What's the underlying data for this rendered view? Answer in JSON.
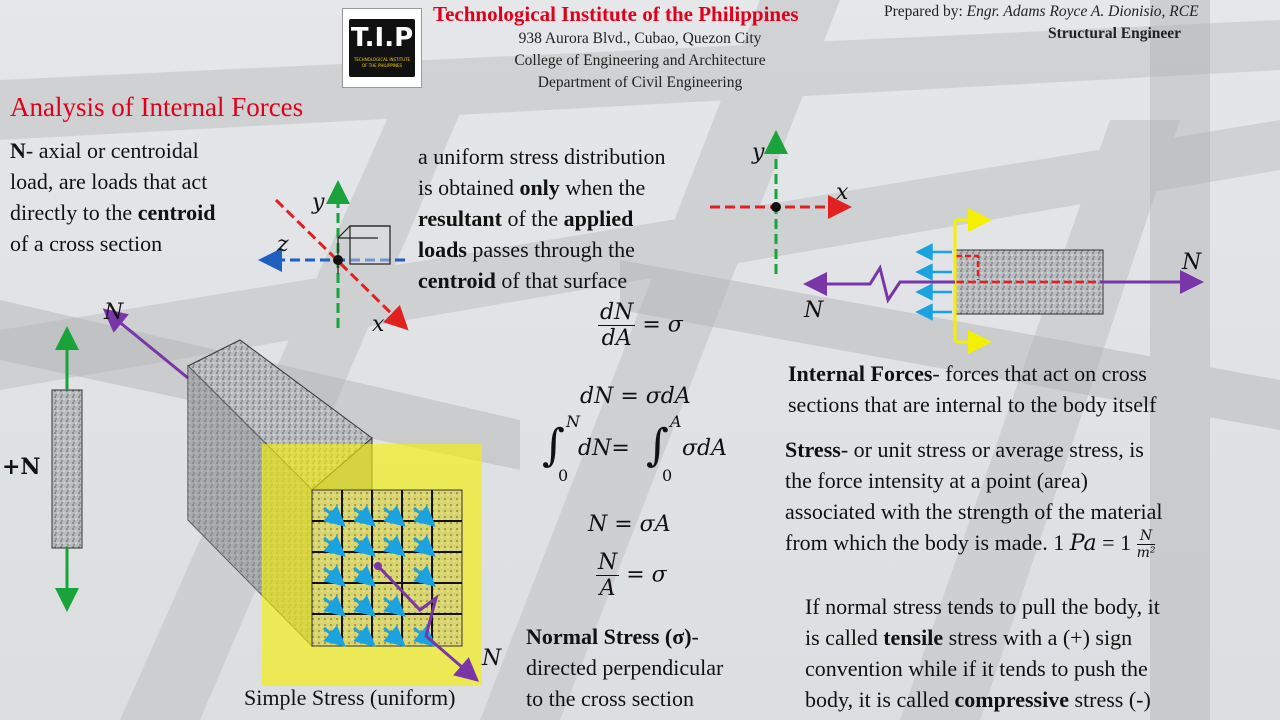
{
  "header": {
    "logo_text": "T.I.P",
    "logo_sub": "TECHNOLOGICAL INSTITUTE OF THE PHILIPPINES",
    "institute": "Technological Institute of the Philippines",
    "address": "938 Aurora Blvd., Cubao, Quezon City",
    "college": "College of Engineering and Architecture",
    "department": "Department of Civil Engineering",
    "prepared_label": "Prepared by:",
    "author": "Engr. Adams Royce A. Dionisio, RCE",
    "author_title": "Structural Engineer"
  },
  "title": "Analysis of Internal Forces",
  "n_def": {
    "term": "N",
    "l1": "- axial or centroidal",
    "l2": "load, are loads that act",
    "l3a": "directly to the ",
    "l3b": "centroid",
    "l4": "of a cross section"
  },
  "uniform": {
    "l1": "a uniform stress distribution",
    "l2a": "is obtained ",
    "l2b": "only",
    "l2c": " when the",
    "l3a": "resultant",
    "l3b": " of the ",
    "l3c": "applied",
    "l4a": "loads",
    "l4b": " passes through the",
    "l5a": "centroid",
    "l5b": " of that surface"
  },
  "axes": {
    "y": "y",
    "z": "z",
    "x": "x"
  },
  "equations": {
    "dN": "dN",
    "dA": "dA",
    "eq_sigma": "= σ",
    "eq2": "dN = σdA",
    "int_upper_n": "N",
    "int_upper_a": "A",
    "int_lower": "0",
    "int_left": "dN=",
    "int_right": "σdA",
    "eq4": "N = σA",
    "N": "N",
    "A": "A",
    "eq5_rhs": "= σ"
  },
  "internal": {
    "term": "Internal Forces",
    "l1": "- forces that act on cross",
    "l2": "sections that are internal to the body itself"
  },
  "stress": {
    "term": "Stress",
    "l1": "- or unit stress or average stress, is",
    "l2": "the force intensity at a point (area)",
    "l3": "associated with the strength of the material",
    "l4": "from which the body is made. 1",
    "pa": "Pa",
    "eq": "= 1",
    "unit_num": "N",
    "unit_den": "m²"
  },
  "normal": {
    "l1": "If normal stress tends to pull the body, it",
    "l2a": "is called ",
    "l2b": "tensile",
    "l2c": " stress with a (+) sign",
    "l3": "convention while if it tends to push the",
    "l4a": "body, it is called ",
    "l4b": "compressive",
    "l4c": " stress (-)"
  },
  "normal_stress": {
    "term": "Normal Stress (σ)",
    "l1": "-",
    "l2": "directed perpendicular",
    "l3": "to the cross section"
  },
  "labels": {
    "N_label": "N",
    "plus_n": "+N",
    "caption": "Simple Stress (uniform)"
  },
  "colors": {
    "title_red": "#e0001b",
    "axis_green": "#1aa33a",
    "axis_red": "#e32020",
    "axis_blue": "#1f5fbf",
    "arrow_purple": "#7a35a8",
    "arrow_cyan": "#1aa3e0",
    "section_yellow": "#f5f000"
  }
}
